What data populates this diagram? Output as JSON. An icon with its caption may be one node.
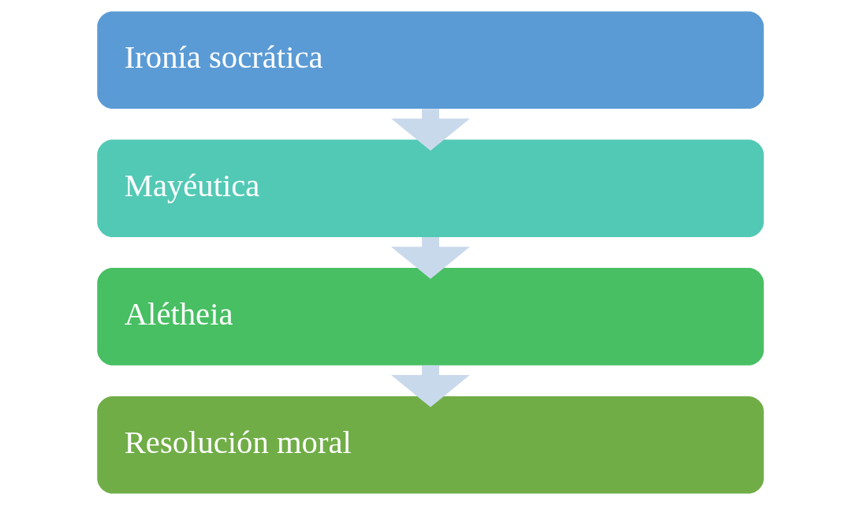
{
  "diagram": {
    "nodes": [
      {
        "text": [
          "Ironía socrática"
        ]
      },
      {
        "text": [
          "Mayéutica"
        ]
      },
      {
        "text": [
          "Alétheia"
        ]
      },
      {
        "text": [
          "Resolución moral"
        ]
      }
    ],
    "edges": [
      {
        "from": 0,
        "to": 1,
        "arrow": "to"
      },
      {
        "from": 1,
        "to": 2,
        "arrow": "to"
      },
      {
        "from": 2,
        "to": 3,
        "arrow": "to"
      }
    ]
  }
}
